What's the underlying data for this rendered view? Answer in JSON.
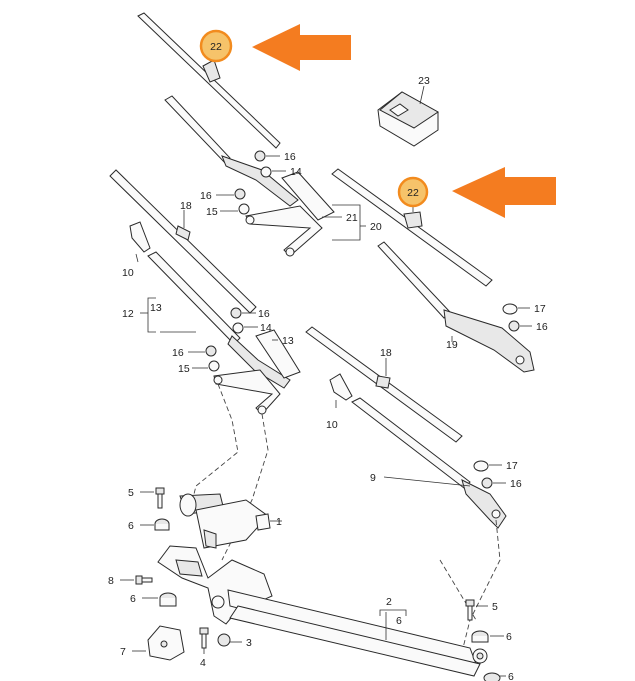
{
  "callouts": {
    "c1": "1",
    "c2": "2",
    "c3": "3",
    "c4": "4",
    "c5a": "5",
    "c5b": "5",
    "c6a": "6",
    "c6b": "6",
    "c6c": "6",
    "c6d": "6",
    "c6e": "6",
    "c7": "7",
    "c8": "8",
    "c9": "9",
    "c10a": "10",
    "c10b": "10",
    "c12": "12",
    "c13a": "13",
    "c13b": "13",
    "c14a": "14",
    "c14b": "14",
    "c15a": "15",
    "c15b": "15",
    "c16a": "16",
    "c16b": "16",
    "c16c": "16",
    "c16d": "16",
    "c16e": "16",
    "c17a": "17",
    "c17b": "17",
    "c18a": "18",
    "c18b": "18",
    "c19": "19",
    "c20": "20",
    "c21": "21",
    "c22a": "22",
    "c22b": "22",
    "c23": "23"
  },
  "colors": {
    "highlight_arrow": "#f47c20",
    "highlight_circle": "#f6c36a"
  }
}
